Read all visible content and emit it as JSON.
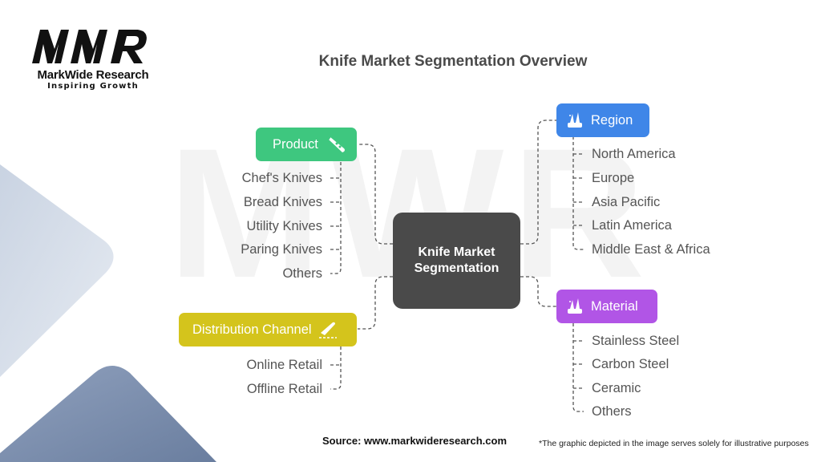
{
  "brand": {
    "name": "MarkWide Research",
    "tagline": "Inspiring Growth",
    "mark": "MWR"
  },
  "title": "Knife Market Segmentation Overview",
  "center": {
    "label_line1": "Knife Market",
    "label_line2": "Segmentation"
  },
  "branches": {
    "product": {
      "label": "Product",
      "color": "#3ec77f",
      "icon": "knife-icon",
      "items": [
        "Chef's Knives",
        "Bread Knives",
        "Utility Knives",
        "Paring Knives",
        "Others"
      ]
    },
    "distribution": {
      "label": "Distribution Channel",
      "color": "#d4c41c",
      "icon": "knife-slice-icon",
      "items": [
        "Online Retail",
        "Offline Retail"
      ]
    },
    "region": {
      "label": "Region",
      "color": "#3f86e8",
      "icon": "multitool-icon",
      "items": [
        "North America",
        "Europe",
        "Asia Pacific",
        "Latin America",
        "Middle East & Africa"
      ]
    },
    "material": {
      "label": "Material",
      "color": "#b155e6",
      "icon": "multitool-icon",
      "items": [
        "Stainless Steel",
        "Carbon Steel",
        "Ceramic",
        "Others"
      ]
    }
  },
  "footer": {
    "source": "Source: www.markwideresearch.com",
    "note": "*The graphic depicted in the image serves solely for illustrative purposes"
  }
}
